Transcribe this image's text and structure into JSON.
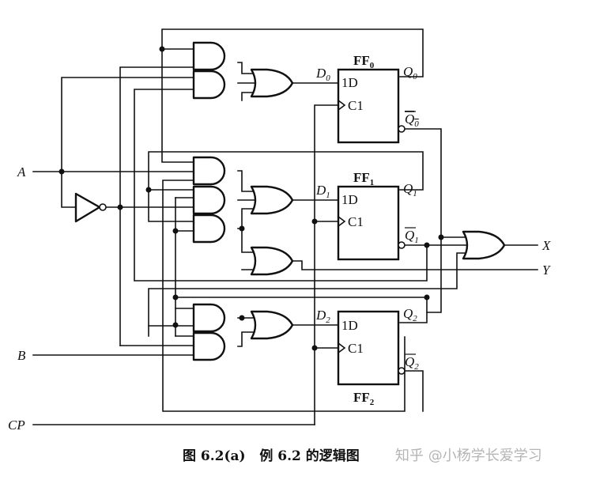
{
  "figure": {
    "caption": "图 6.2(a)   例 6.2 的逻辑图",
    "watermark": "知乎 @小杨学长爱学习"
  },
  "inputs": {
    "a": "A",
    "b": "B",
    "cp": "CP"
  },
  "outputs": {
    "x": "X",
    "y": "Y"
  },
  "flipflops": [
    {
      "name": "FF",
      "index": "0",
      "d_label": "D",
      "q_label": "Q",
      "qbar_label": "Q",
      "pin_d": "1D",
      "pin_clk": "C1"
    },
    {
      "name": "FF",
      "index": "1",
      "d_label": "D",
      "q_label": "Q",
      "qbar_label": "Q",
      "pin_d": "1D",
      "pin_clk": "C1"
    },
    {
      "name": "FF",
      "index": "2",
      "d_label": "D",
      "q_label": "Q",
      "qbar_label": "Q",
      "pin_d": "1D",
      "pin_clk": "C1"
    }
  ],
  "gates": {
    "and_count": 7,
    "or_count": 5,
    "not_count": 1
  }
}
